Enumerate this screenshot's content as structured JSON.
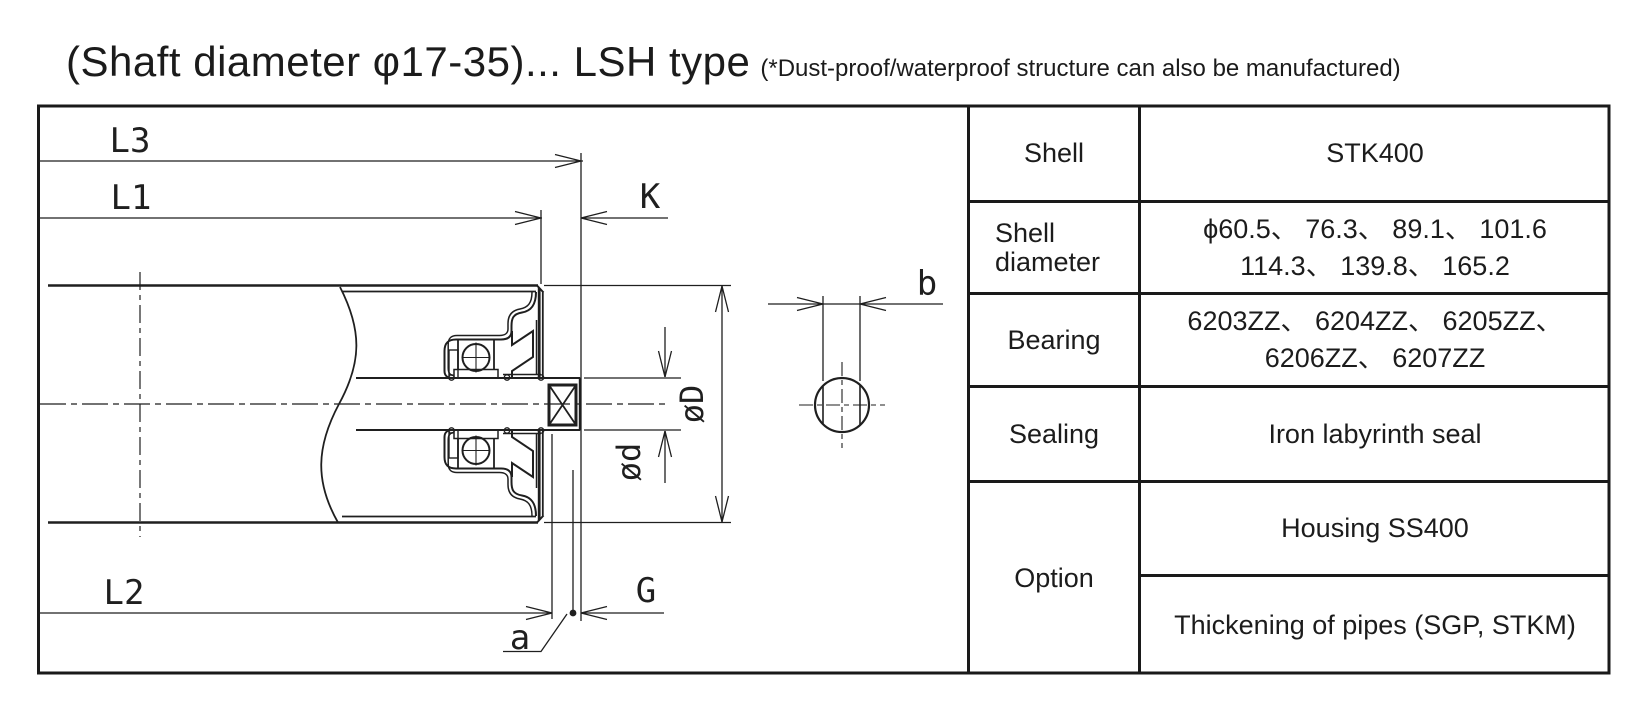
{
  "title": {
    "main": "(Shaft diameter φ17-35)... LSH type",
    "note": "(*Dust-proof/waterproof structure can also be manufactured)"
  },
  "drawing": {
    "description": "Cross-section of conveyor roller end with bearing, labyrinth seal and shaft; separate shaft cross-section view",
    "dim_labels": {
      "l3": "L3",
      "l1": "L1",
      "k": "K",
      "l2": "L2",
      "g": "G",
      "a": "a",
      "b": "b",
      "phi_D": "øD",
      "phi_d": "ød"
    }
  },
  "table": {
    "rows": [
      {
        "label": "Shell",
        "value": "STK400"
      },
      {
        "label": "Shell\ndiameter",
        "value": "ϕ60.5、 76.3、 89.1、 101.6\n114.3、 139.8、 165.2"
      },
      {
        "label": "Bearing",
        "value": "6203ZZ、 6204ZZ、 6205ZZ、\n6206ZZ、 6207ZZ"
      },
      {
        "label": "Sealing",
        "value": "Iron labyrinth seal"
      },
      {
        "label": "Option",
        "value1": "Housing SS400",
        "value2": "Thickening of pipes (SGP, STKM)"
      }
    ]
  },
  "colors": {
    "line": "#1a1a1a",
    "text": "#111111",
    "background": "#ffffff"
  }
}
